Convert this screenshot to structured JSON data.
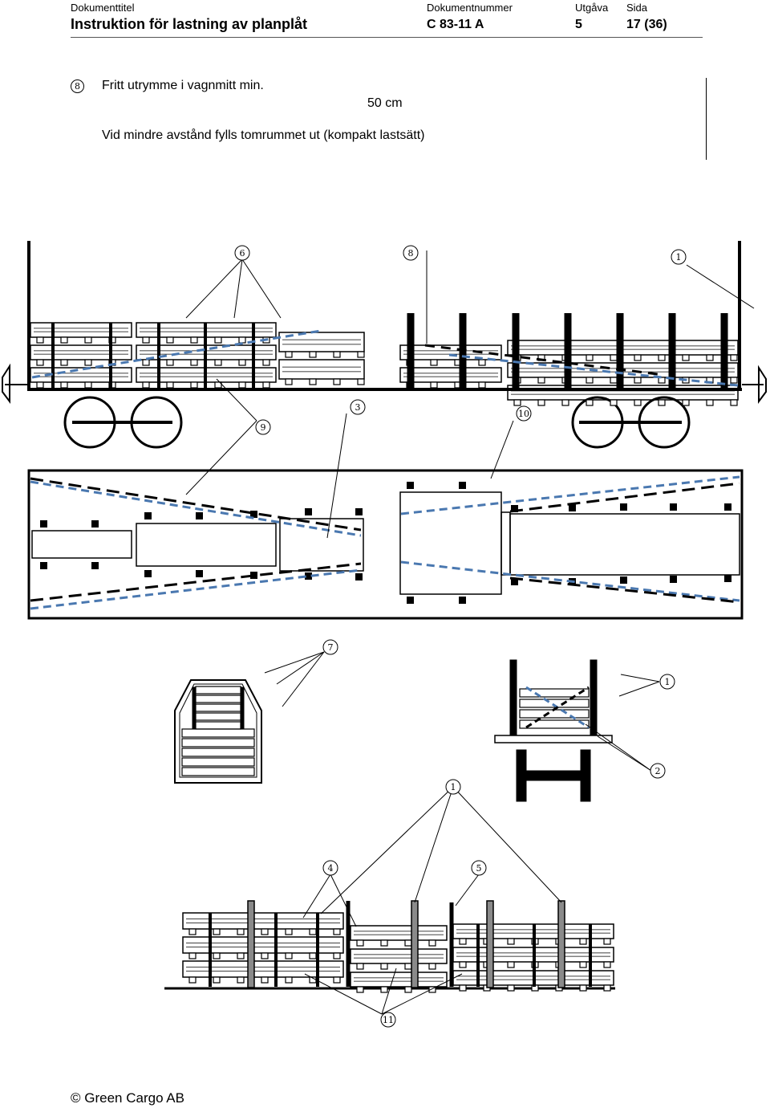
{
  "header": {
    "doc_title_label": "Dokumenttitel",
    "doc_title": "Instruktion för lastning av planplåt",
    "doc_number_label": "Dokumentnummer",
    "doc_number": "C 83-11 A",
    "edition_label": "Utgåva",
    "edition": "5",
    "page_label": "Sida",
    "page": "17 (36)"
  },
  "note": {
    "marker": "8",
    "line1": "Fritt utrymme i vagnmitt min.",
    "measure": "50 cm",
    "line2": "Vid mindre avstånd fylls tomrummet ut (kompakt lastsätt)"
  },
  "callouts": {
    "side_view": [
      "6",
      "8",
      "1",
      "9",
      "3",
      "10"
    ],
    "end_view": [
      "7",
      "1",
      "2"
    ],
    "bottom_view": [
      "1",
      "4",
      "5",
      "11"
    ]
  },
  "colors": {
    "ink": "#000000",
    "dashed_blue": "#4a78b0",
    "stake_gray": "#8a8a8a"
  },
  "footer": {
    "copyright": "© Green Cargo AB"
  }
}
